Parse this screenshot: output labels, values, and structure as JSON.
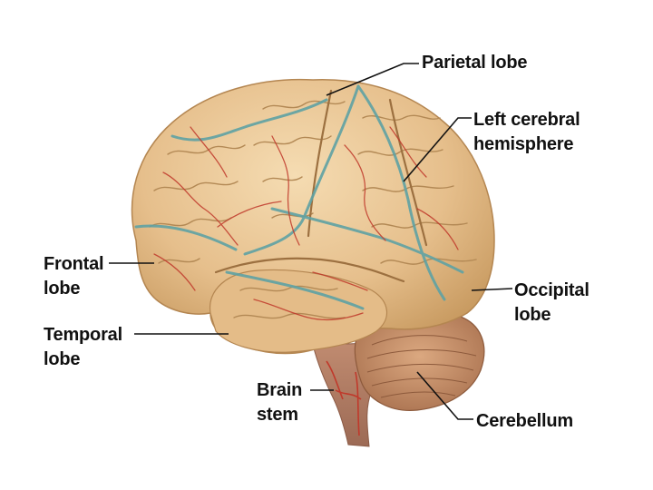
{
  "labels": {
    "parietal": "Parietal lobe",
    "hemisphere_line1": "Left cerebral",
    "hemisphere_line2": "hemisphere",
    "frontal_line1": "Frontal",
    "frontal_line2": "lobe",
    "occipital_line1": "Occipital",
    "occipital_line2": "lobe",
    "temporal_line1": "Temporal",
    "temporal_line2": "lobe",
    "brainstem_line1": "Brain",
    "brainstem_line2": "stem",
    "cerebellum": "Cerebellum"
  },
  "colors": {
    "cortex": "#e8c596",
    "cortex_shadow": "#c99c66",
    "artery": "#c0392b",
    "vein": "#5fa2a4",
    "cerebellum": "#c48c6a",
    "brainstem": "#b9826a",
    "leader_line": "#111111",
    "text": "#111111"
  }
}
